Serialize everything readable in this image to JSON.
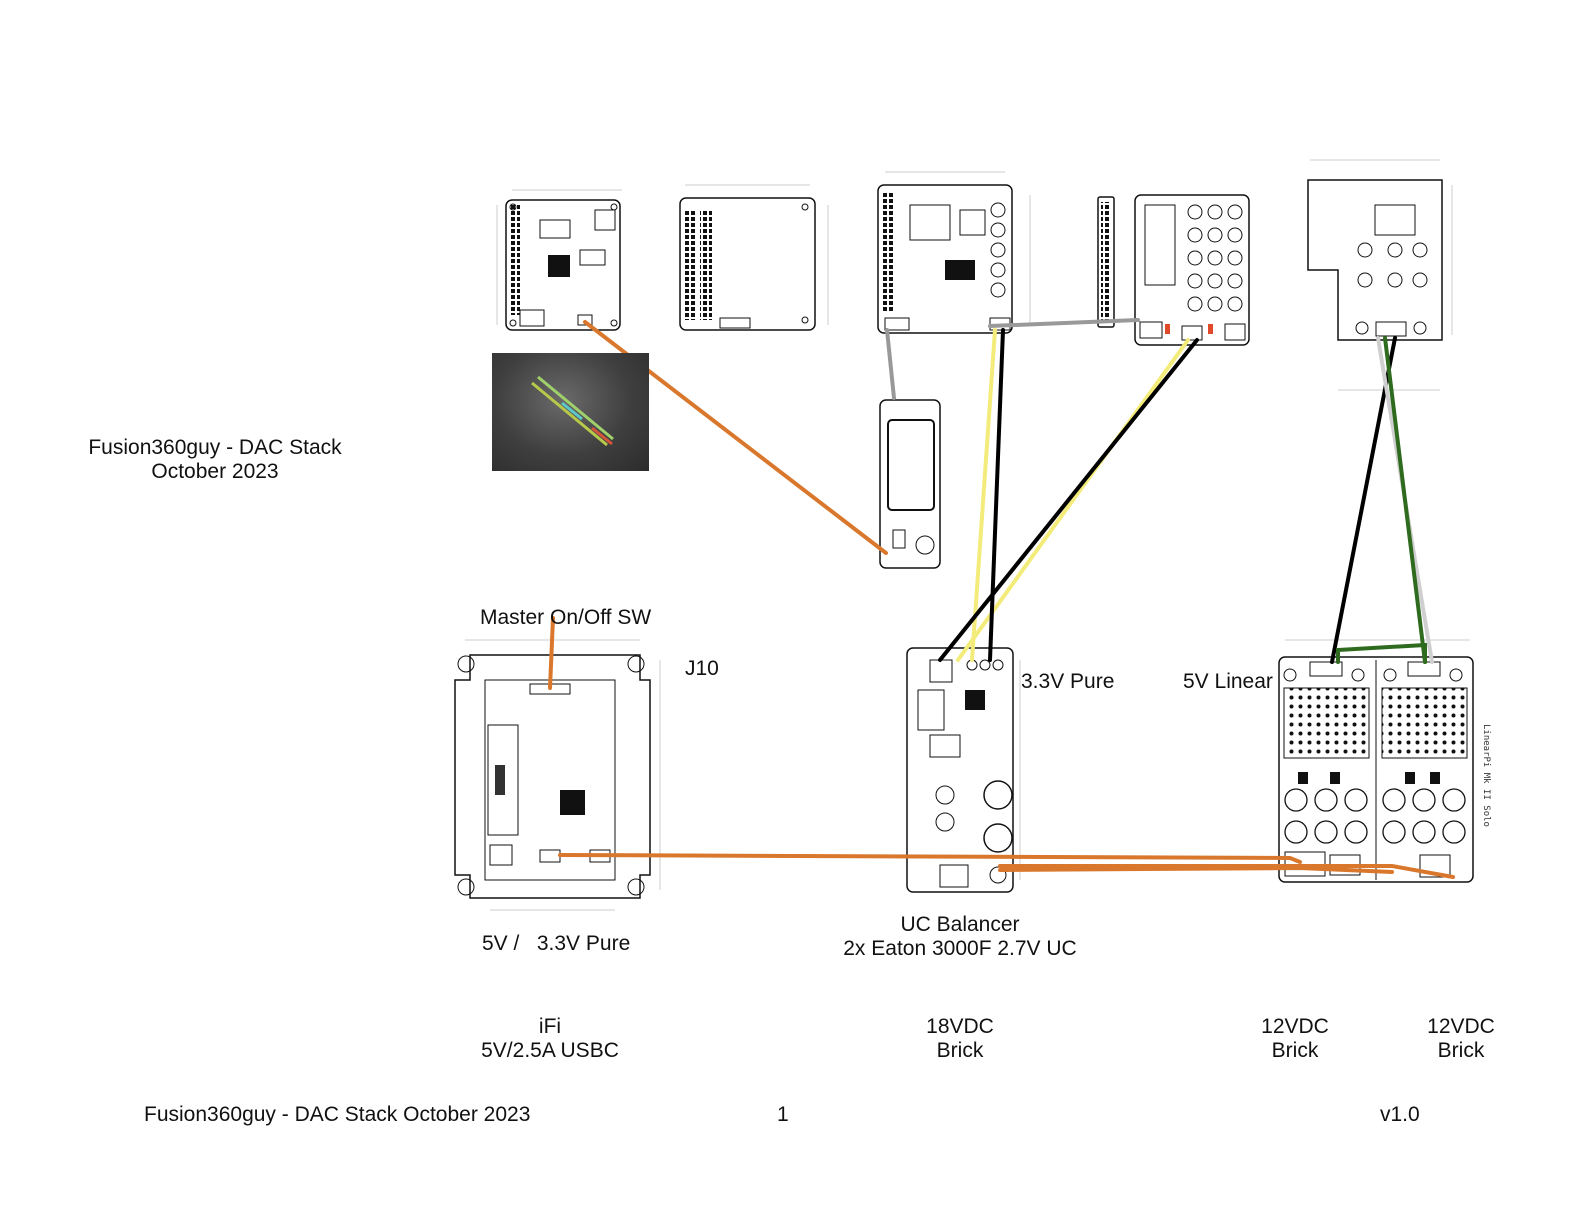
{
  "title": {
    "line1": "Fusion360guy - DAC Stack",
    "line2": "October 2023"
  },
  "labels": {
    "master_switch": "Master On/Off SW",
    "j10": "J10",
    "pure_3v3": "3.3V Pure",
    "linear_5v": "5V Linear",
    "ifi_out": "5V /   3.3V Pure",
    "uc_balancer_1": "UC Balancer",
    "uc_balancer_2": "2x Eaton 3000F 2.7V UC",
    "linearpi_name": "LinearPi Mk II Solo"
  },
  "power_sources": [
    {
      "line1": "iFi",
      "line2": "5V/2.5A USBC"
    },
    {
      "line1": "18VDC",
      "line2": "Brick"
    },
    {
      "line1": "12VDC",
      "line2": "Brick"
    },
    {
      "line1": "12VDC",
      "line2": "Brick"
    }
  ],
  "footer": {
    "left": "Fusion360guy - DAC Stack October 2023",
    "page": "1",
    "version": "v1.0"
  },
  "wire_colors": {
    "orange": "#d9782d",
    "gray": "#999999",
    "yellow": "#f4ec7a",
    "black": "#000000",
    "green": "#2e6b1e",
    "lightgray": "#cfcfcf"
  }
}
